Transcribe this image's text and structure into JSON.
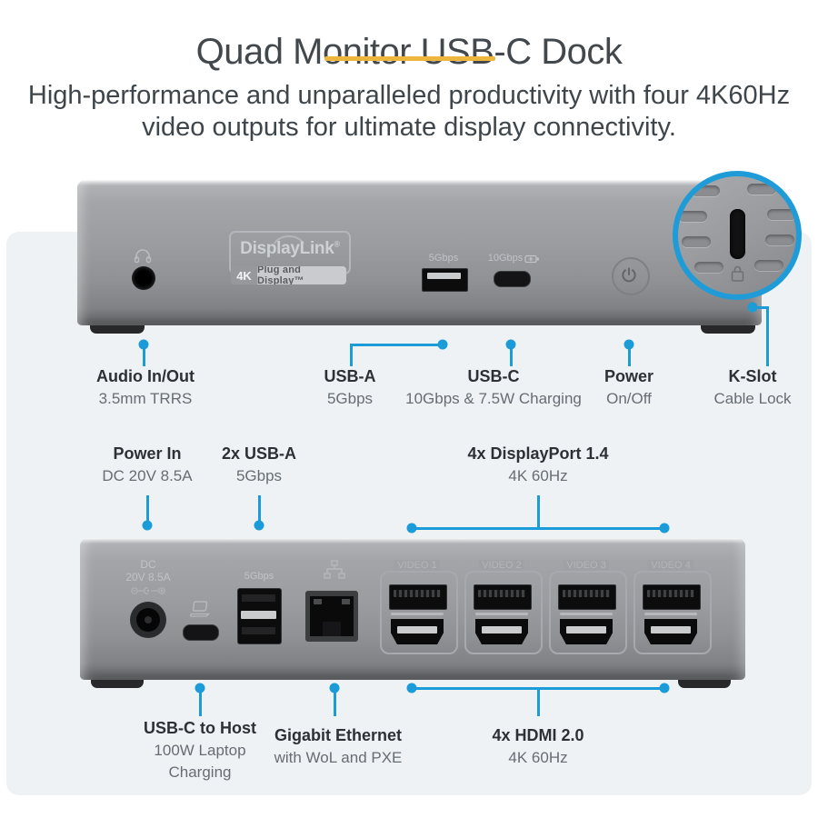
{
  "header": {
    "title": "Quad Monitor USB-C Dock",
    "subtitle_line1": "High-performance and unparalleled productivity with four 4K60Hz",
    "subtitle_line2": "video outputs for ultimate display connectivity."
  },
  "colors": {
    "accent_yellow": "#eeb63c",
    "callout_blue": "#1b9cd8",
    "panel_background": "#eef2f5",
    "dock_gray": "#9a9c9f"
  },
  "front_view": {
    "device_labels": {
      "displaylink_brand": "DisplayLink",
      "displaylink_reg": "®",
      "badge_4k": "4K",
      "badge_plug": "Plug and Display™",
      "usb_a_speed": "5Gbps",
      "usb_c_speed": "10Gbps"
    },
    "callouts": [
      {
        "title": "Audio In/Out",
        "subtitle": "3.5mm TRRS"
      },
      {
        "title": "USB-A",
        "subtitle": "5Gbps"
      },
      {
        "title": "USB-C",
        "subtitle": "10Gbps & 7.5W Charging"
      },
      {
        "title": "Power",
        "subtitle": "On/Off"
      },
      {
        "title": "K-Slot",
        "subtitle": "Cable Lock"
      }
    ]
  },
  "back_view": {
    "top_callouts": [
      {
        "title": "Power In",
        "subtitle": "DC 20V 8.5A"
      },
      {
        "title": "2x USB-A",
        "subtitle": "5Gbps"
      },
      {
        "title": "4x DisplayPort 1.4",
        "subtitle": "4K 60Hz"
      }
    ],
    "device_labels": {
      "dc_line1": "DC",
      "dc_line2": "20V 8.5A",
      "usb_speed": "5Gbps",
      "video_ports": [
        "VIDEO 1",
        "VIDEO 2",
        "VIDEO 3",
        "VIDEO 4"
      ]
    },
    "bottom_callouts": [
      {
        "title": "USB-C to Host",
        "subtitle_line1": "100W Laptop",
        "subtitle_line2": "Charging"
      },
      {
        "title": "Gigabit Ethernet",
        "subtitle_line1": "with WoL and PXE",
        "subtitle_line2": ""
      },
      {
        "title": "4x HDMI 2.0",
        "subtitle_line1": "4K 60Hz",
        "subtitle_line2": ""
      }
    ]
  },
  "icons": [
    "headphones-icon",
    "battery-charging-icon",
    "power-icon",
    "kensington-lock-icon",
    "dc-polarity-icon",
    "laptop-icon",
    "ethernet-network-icon"
  ]
}
